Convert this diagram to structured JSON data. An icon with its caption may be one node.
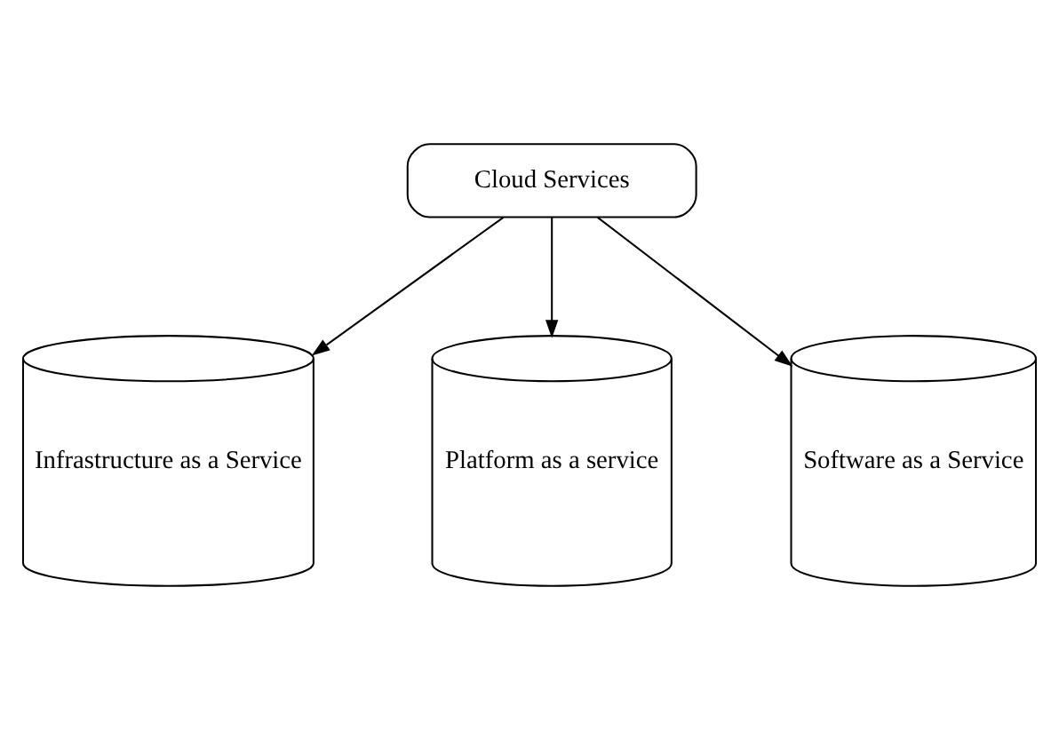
{
  "diagram": {
    "nodes": [
      {
        "text": [
          "Cloud Services"
        ]
      },
      {
        "text": [
          "Infrastructure as a Service"
        ]
      },
      {
        "text": [
          "Platform as a service"
        ]
      },
      {
        "text": [
          "Software as a Service"
        ]
      }
    ],
    "edges": [
      {
        "from": 0,
        "to": 1,
        "arrow": "to"
      },
      {
        "from": 0,
        "to": 2,
        "arrow": "to"
      },
      {
        "from": 0,
        "to": 3,
        "arrow": "to"
      }
    ]
  }
}
